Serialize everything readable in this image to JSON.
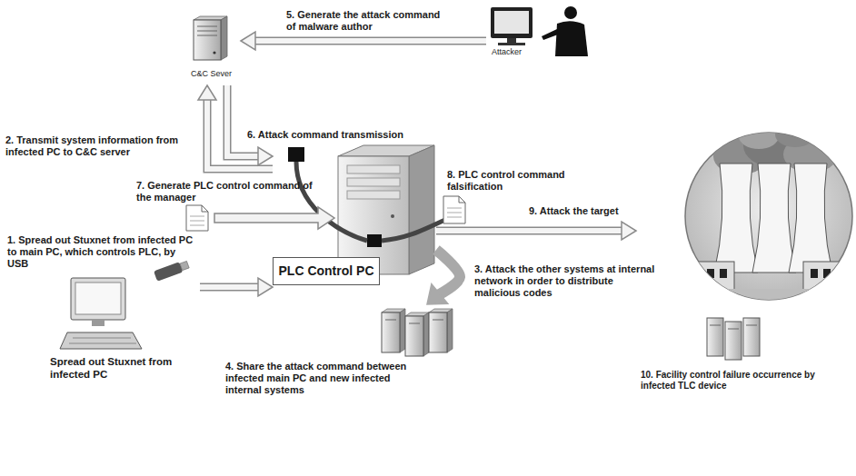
{
  "diagram": {
    "nodes": [
      {
        "text": [
          "Attacker"
        ]
      },
      {
        "text": [
          "C&C Sever"
        ]
      },
      {
        "text": [
          "Spread out Stuxnet from infected PC"
        ]
      },
      {
        "text": [
          "PLC Control PC"
        ]
      },
      {
        "text": [
          "4. Share the attack command between infected main PC and new infected internal systems"
        ]
      },
      {
        "text": [
          "10. Facility control failure occurrence by infected TLC device"
        ]
      }
    ],
    "edges": [
      {
        "from": 0,
        "to": 1,
        "arrow": "to",
        "label": "5. Generate the attack command of malware author"
      },
      {
        "from": 3,
        "to": 1,
        "arrow": "to"
      },
      {
        "from": 1,
        "to": 3,
        "arrow": "to"
      },
      {
        "from": 2,
        "to": 3,
        "arrow": "to"
      },
      {
        "from": 3,
        "to": 5,
        "arrow": "to"
      },
      {
        "from": 3,
        "to": 4,
        "arrow": "to"
      }
    ],
    "labels": [
      "1. Spread out Stuxnet from infected PC to main PC, which controls PLC, by USB",
      "2. Transmit system information from infected PC to C&C server",
      "3. Attack the other systems at internal network in order to distribute malicious codes",
      "6. Attack command transmission",
      "7. Generate PLC control command of the manager",
      "8. PLC control command falsification",
      "9. Attack the target"
    ]
  }
}
